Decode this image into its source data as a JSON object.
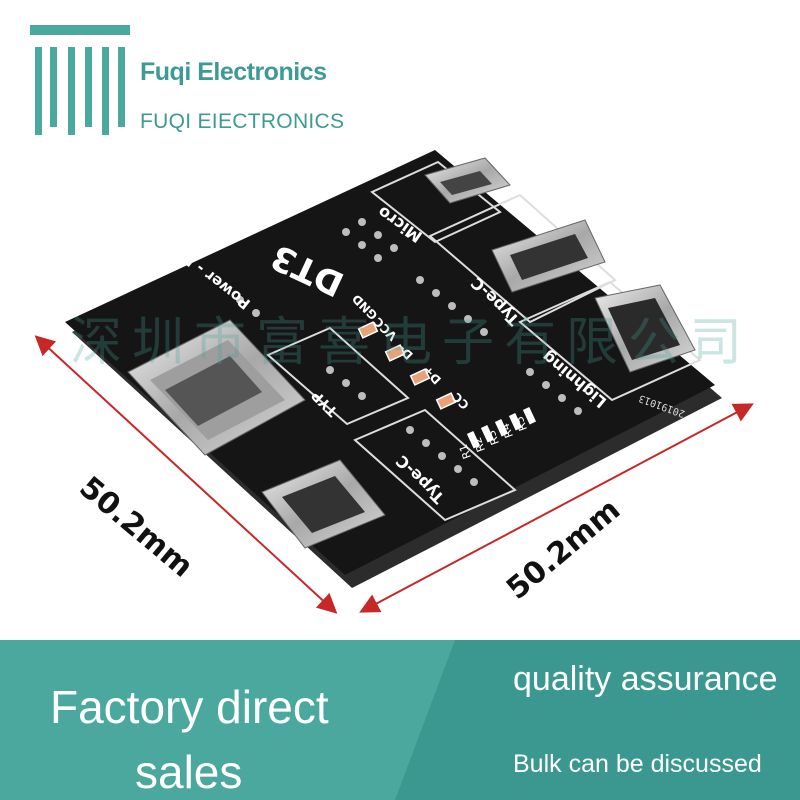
{
  "brand": {
    "name_line1": "Fuqi Electronics",
    "name_line2": "FUQI EIECTRONICS",
    "logo_color": "#4aa89f"
  },
  "watermark": "深圳市富喜电子有限公司",
  "board": {
    "model": "DT3",
    "serial": "20191013",
    "labels": {
      "micro": "Micro",
      "type_c_top": "Type-C",
      "type_c_bottom": "Type-C",
      "lightning": "Lighning",
      "power_in": "Power - IN",
      "typ": "TYP",
      "gnd": "GND",
      "vcc": "VCC",
      "d_minus": "D-",
      "d_plus": "D+",
      "cc": "CC"
    },
    "resistors": [
      "R1",
      "R2",
      "R3",
      "R4",
      "R5"
    ],
    "color": "#1a1a1a"
  },
  "dimensions": {
    "width": "50.2mm",
    "height": "50.2mm",
    "arrow_color": "#c62828"
  },
  "banner": {
    "line1": "Factory direct",
    "line2": "sales",
    "quality": "quality assurance",
    "bulk": "Bulk can be discussed",
    "color": "#4aa89f"
  }
}
